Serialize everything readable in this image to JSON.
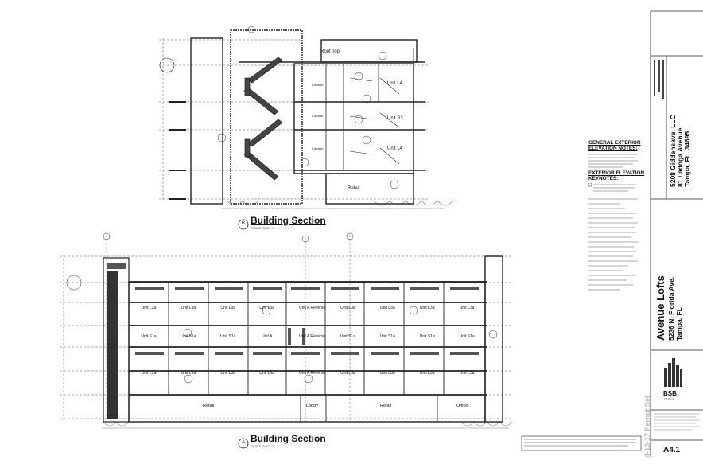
{
  "section_b": {
    "title": "Building Section",
    "marker": "B",
    "scale": "SCALE: 3/32\"=1'",
    "rooms": {
      "roof_top": "Roof Top",
      "unit_l4_upper": "Unit L4",
      "unit_s3": "Unit S3",
      "unit_l4_lower": "Unit L4",
      "retail": "Retail",
      "corridor": "Corridor"
    }
  },
  "section_a": {
    "title": "Building Section",
    "marker": "A",
    "scale": "SCALE: 3/32\"=1'",
    "row_top": [
      "Unit L3a",
      "Unit L3a",
      "Unit L3a",
      "Unit L3a",
      "Unit A Reverse",
      "Unit L3a",
      "Unit L3a",
      "Unit L3a",
      "Unit L3a"
    ],
    "row_mid": [
      "Unit S1a",
      "Unit S1a",
      "Unit S1a",
      "Unit A",
      "Unit A Reverse",
      "Unit S1a",
      "Unit S1a",
      "Unit S1a",
      "Unit S1a"
    ],
    "row_bot": [
      "Unit L3a",
      "Unit L3a",
      "Unit L3a",
      "Unit L3a",
      "Unit A Reverse",
      "Unit L3a",
      "Unit L3a",
      "Unit L3a",
      "Unit L3a"
    ],
    "ground": {
      "retail_left": "Retail",
      "lobby": "Lobby",
      "retail_right": "Retail",
      "office": "Office"
    }
  },
  "notes": {
    "general_heading": "GENERAL EXTERIOR ELEVATION NOTES:",
    "keynotes_heading": "EXTERIOR ELEVATION KEYNOTES:"
  },
  "title_block": {
    "owner_line1": "5208 Giddensave, LLC",
    "owner_line2": "81 Ladoga Avenue",
    "owner_line3": "Tampa, FL. 34695",
    "project_name": "Avenue Lofts",
    "project_addr1": "5236 N. Florida Ave.",
    "project_addr2": "Tampa, FL",
    "permit_stamp": "4-13-17 Permit Set",
    "firm": "BSB",
    "firm_sub": "DESIGN",
    "sheet_number": "A4.1"
  },
  "colors": {
    "line": "#222222",
    "hatch": "#555555",
    "ground": "#888888"
  }
}
